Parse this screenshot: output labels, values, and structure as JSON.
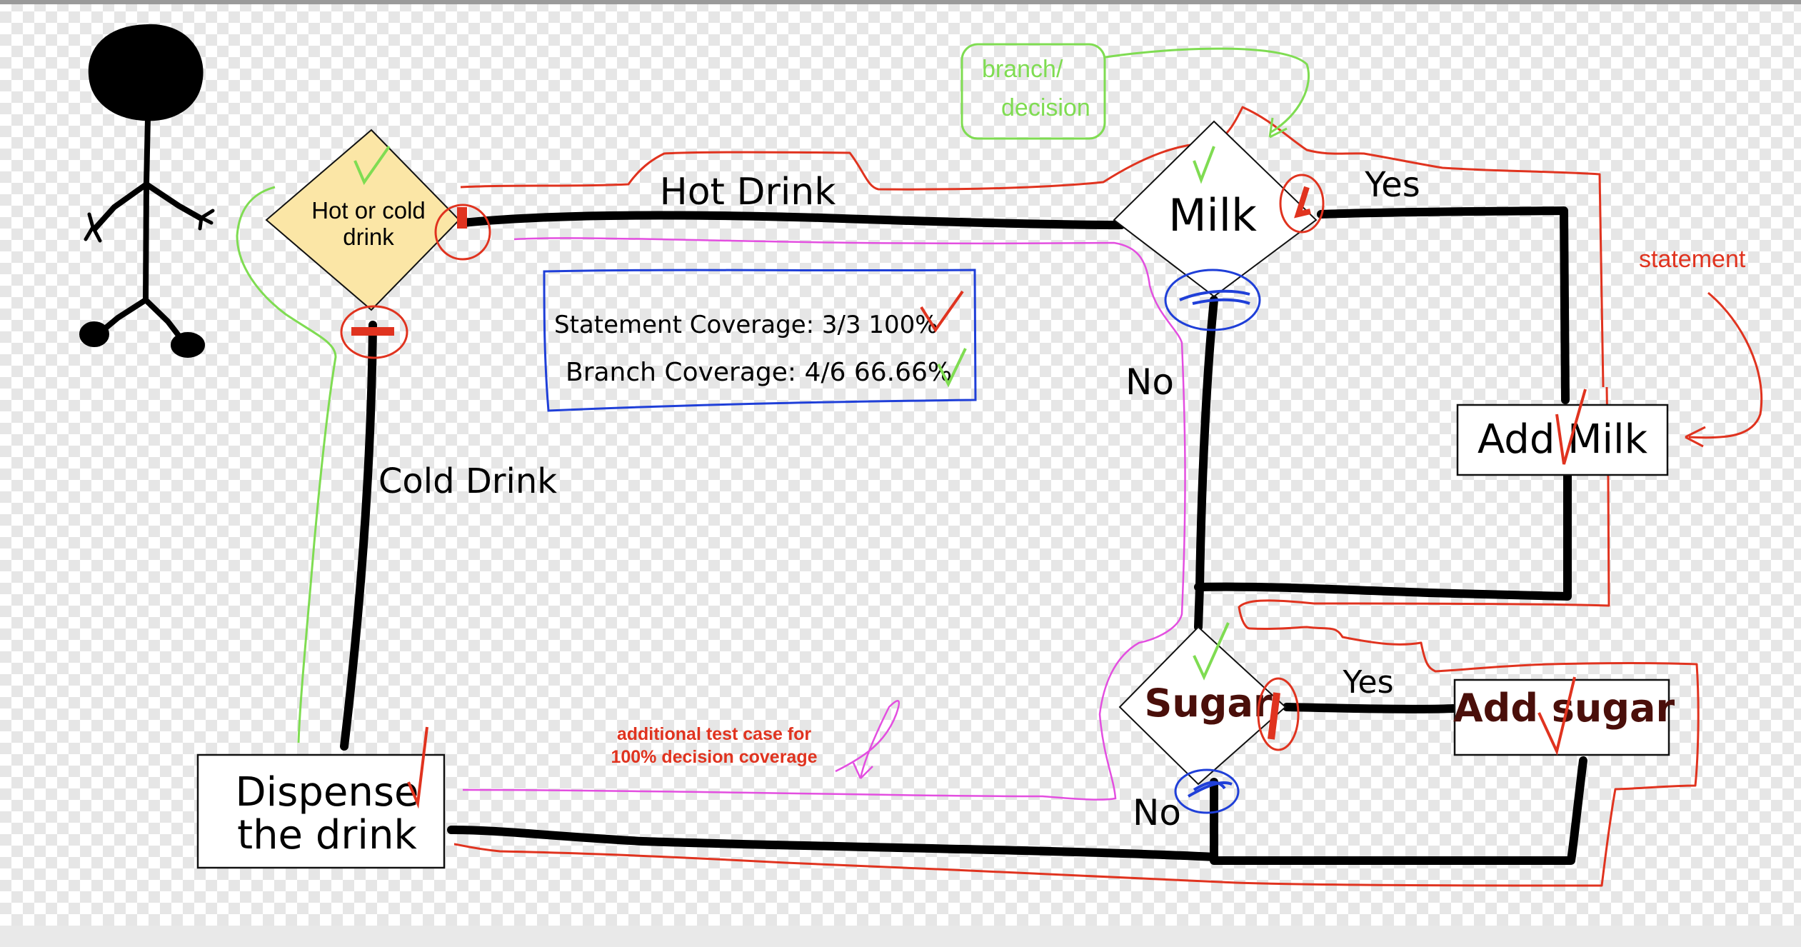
{
  "nodes": {
    "hot_or_cold": "Hot or cold",
    "hot_or_cold_2": "drink",
    "milk": "Milk",
    "add_milk": "Add Milk",
    "sugar": "Sugar",
    "add_sugar": "Add sugar",
    "dispense_1": "Dispense",
    "dispense_2": "the drink"
  },
  "edges": {
    "hot_drink": "Hot Drink",
    "cold_drink": "Cold Drink",
    "milk_yes": "Yes",
    "milk_no": "No",
    "sugar_yes": "Yes",
    "sugar_no": "No"
  },
  "annotations": {
    "branch_decision_1": "branch/",
    "branch_decision_2": "decision",
    "statement": "statement",
    "additional_1": "additional test case for",
    "additional_2": "100% decision coverage"
  },
  "coverage": {
    "statement": "Statement Coverage: 3/3 100%",
    "branch": "Branch Coverage: 4/6 66.66%"
  },
  "colors": {
    "flow": "#000000",
    "test_path_1": "#e0331f",
    "test_path_2": "#e34fe0",
    "cold_path": "#7fdc52",
    "uncovered": "#1f3fd8",
    "decision_fill": "#fbe6a6"
  }
}
